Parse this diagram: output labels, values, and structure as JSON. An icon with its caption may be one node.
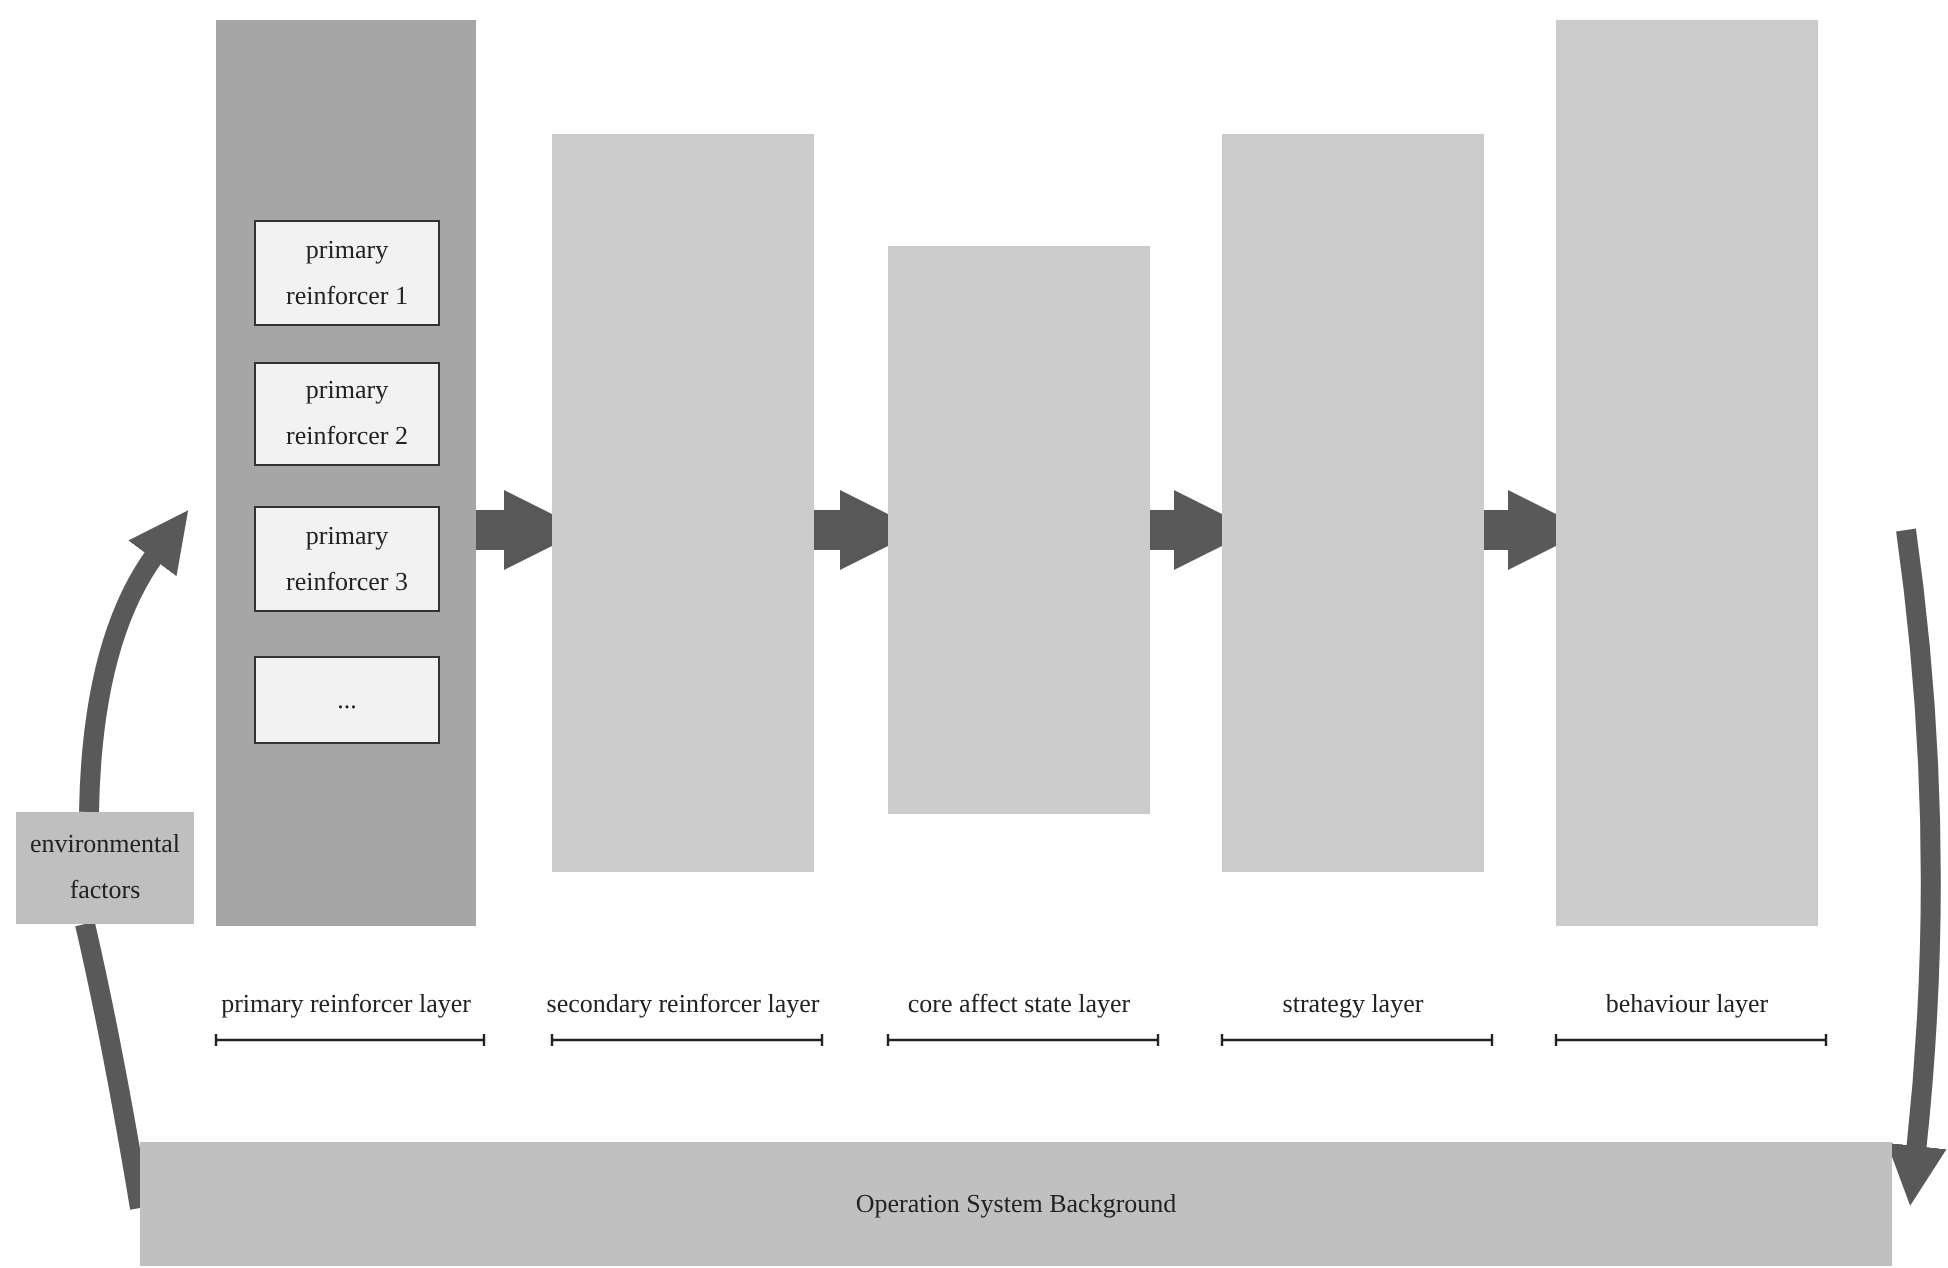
{
  "diagram": {
    "nodes": [
      {
        "text": [],
        "shape": "box"
      },
      {
        "text": [
          "primary reinforcer 1"
        ],
        "in": 0
      },
      {
        "text": [
          "primary reinforcer 2"
        ],
        "in": 0
      },
      {
        "text": [
          "primary reinforcer 3"
        ],
        "in": 0
      },
      {
        "text": [
          "..."
        ],
        "in": 0
      },
      {
        "text": [],
        "shape": "box"
      },
      {
        "text": [],
        "shape": "box"
      },
      {
        "text": [],
        "shape": "box"
      },
      {
        "text": [],
        "shape": "box"
      },
      {
        "text": [
          "environmental factors"
        ]
      },
      {
        "text": [
          "Operation System Background"
        ]
      }
    ],
    "edges": [
      {
        "from": 0,
        "to": 5,
        "arrow": "to"
      },
      {
        "from": 5,
        "to": 6,
        "arrow": "to"
      },
      {
        "from": 6,
        "to": 7,
        "arrow": "to"
      },
      {
        "from": 7,
        "to": 8,
        "arrow": "to"
      },
      {
        "from": 10,
        "to": 9,
        "arrow": "none"
      },
      {
        "from": 9,
        "to": 0,
        "arrow": "to"
      },
      {
        "from": null,
        "to": 10,
        "arrow": "to"
      }
    ],
    "labels": [
      "primary reinforcer layer",
      "secondary reinforcer layer",
      "core affect state layer",
      "strategy layer",
      "behaviour layer"
    ]
  }
}
